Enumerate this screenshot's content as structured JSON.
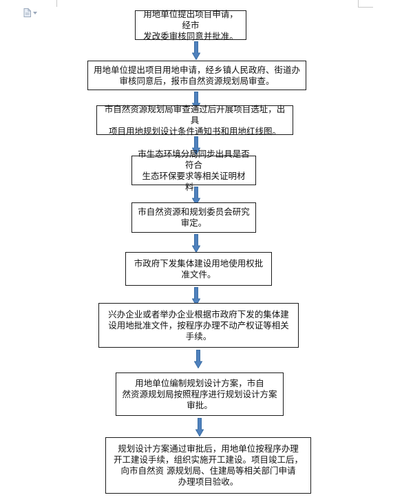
{
  "toolbar": {
    "icons": [
      "document-icon",
      "dropdown-arrow-icon"
    ]
  },
  "colors": {
    "arrow": "#4f81bd",
    "arrow_stroke": "#3a6ea5",
    "box_border": "#1a1a1a"
  },
  "steps": [
    {
      "text": "用地单位提出项目申请，经市\n发改委审核同意并批准。"
    },
    {
      "text": "用地单位提出项目用地申请，经乡镇人民政府、街道办\n审核同意后，报市自然资源规划局审查。"
    },
    {
      "text": "市自然资源规划局审查通过后开展项目选址，出具\n项目用地规划设计条件通知书和用地红线图。"
    },
    {
      "text": "市生态环境分局同步出具是否符合\n生态环保要求等相关证明材料。"
    },
    {
      "text": "市自然资源和规划委员会研究\n审定。"
    },
    {
      "text": "市政府下发集体建设用地使用权批\n准文件。"
    },
    {
      "text": "兴办企业或者举办企业根据市政府下发的集体建\n设用地批准文件，按程序办理不动产权证等相关\n手续。"
    },
    {
      "text": "用地单位编制规划设计方案，市自\n然资源规划局按照程序进行规划设计方案\n审批。"
    },
    {
      "text": "规划设计方案通过审批后，用地单位按程序办理\n开工建设手续，组织实施开工建设。项目竣工后，\n向市自然资 源规划局、住建局等相关部门申请\n办理项目验收。"
    }
  ]
}
